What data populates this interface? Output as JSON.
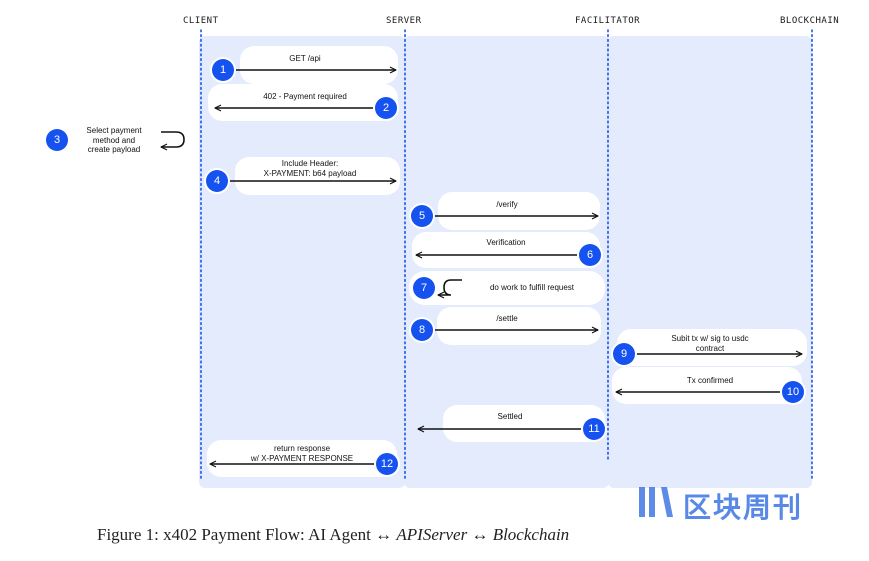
{
  "lanes": {
    "client": "CLIENT",
    "server": "SERVER",
    "facilitator": "FACILITATOR",
    "blockchain": "BLOCKCHAIN"
  },
  "steps": [
    {
      "num": "1",
      "lines": [
        "GET /api"
      ]
    },
    {
      "num": "2",
      "lines": [
        "402 - Payment required"
      ]
    },
    {
      "num": "3",
      "lines": [
        "Select payment",
        "method and",
        "create payload"
      ]
    },
    {
      "num": "4",
      "lines": [
        "Include Header:",
        "X-PAYMENT: b64 payload"
      ]
    },
    {
      "num": "5",
      "lines": [
        "/verify"
      ]
    },
    {
      "num": "6",
      "lines": [
        "Verification"
      ]
    },
    {
      "num": "7",
      "lines": [
        "do work to fulfill request"
      ]
    },
    {
      "num": "8",
      "lines": [
        "/settle"
      ]
    },
    {
      "num": "9",
      "lines": [
        "Subit tx w/ sig to usdc",
        "contract"
      ]
    },
    {
      "num": "10",
      "lines": [
        "Tx confirmed"
      ]
    },
    {
      "num": "11",
      "lines": [
        "Settled"
      ]
    },
    {
      "num": "12",
      "lines": [
        "return response",
        "w/ X-PAYMENT RESPONSE"
      ]
    }
  ],
  "caption": {
    "prefix": "Figure 1: x402 Payment Flow: AI Agent ↔ ",
    "api": "APIServer",
    "arrow": " ↔ ",
    "chain": "Blockchain"
  },
  "watermark": "区块周刊",
  "colors": {
    "accent": "#1652f0",
    "lane_fill": "#e4ebfc",
    "pill_fill": "#ffffff",
    "watermark": "#4a7fe6"
  }
}
